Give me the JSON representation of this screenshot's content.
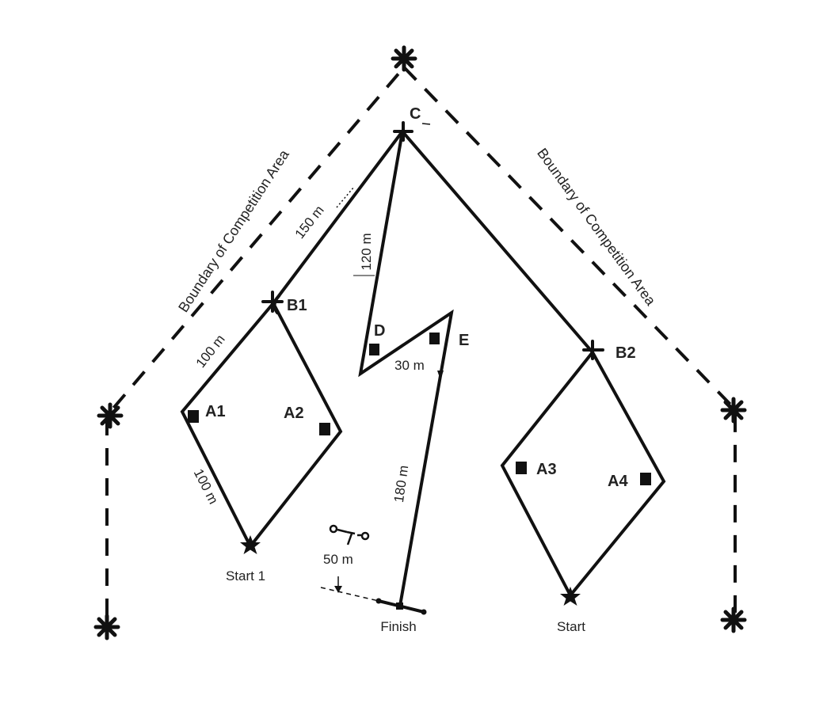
{
  "boundary_label": "Boundary of Competition Area",
  "points": {
    "C": "C",
    "B1": "B1",
    "B2": "B2",
    "A1": "A1",
    "A2": "A2",
    "A3": "A3",
    "A4": "A4",
    "D": "D",
    "E": "E"
  },
  "places": {
    "start1": "Start 1",
    "start": "Start",
    "finish": "Finish"
  },
  "distances": {
    "c_b1": "150 m",
    "b1_a1": "100 m",
    "a1_start1": "100 m",
    "c_d": "120 m",
    "d_e": "30 m",
    "e_finish": "180 m",
    "finish_offset": "50 m"
  }
}
